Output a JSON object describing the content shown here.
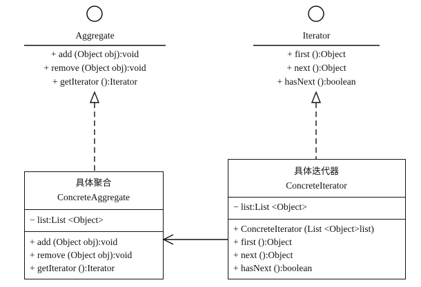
{
  "aggregate": {
    "name": "Aggregate",
    "operations": [
      "+ add (Object obj):void",
      "+ remove (Object obj):void",
      "+ getIterator ():Iterator"
    ]
  },
  "iterator": {
    "name": "Iterator",
    "operations": [
      "+ first ():Object",
      "+ next ():Object",
      "+ hasNext ():boolean"
    ]
  },
  "concrete_aggregate": {
    "name_cn": "具体聚合",
    "name": "ConcreteAggregate",
    "attributes": [
      "− list:List <Object>"
    ],
    "operations": [
      "+ add (Object obj):void",
      "+ remove (Object obj):void",
      "+ getIterator ():Iterator"
    ]
  },
  "concrete_iterator": {
    "name_cn": "具体迭代器",
    "name": "ConcreteIterator",
    "attributes": [
      "− list:List <Object>"
    ],
    "operations": [
      "+ ConcreteIterator (List <Object>list)",
      "+ first ():Object",
      "+ next ():Object",
      "+ hasNext ():boolean"
    ]
  }
}
